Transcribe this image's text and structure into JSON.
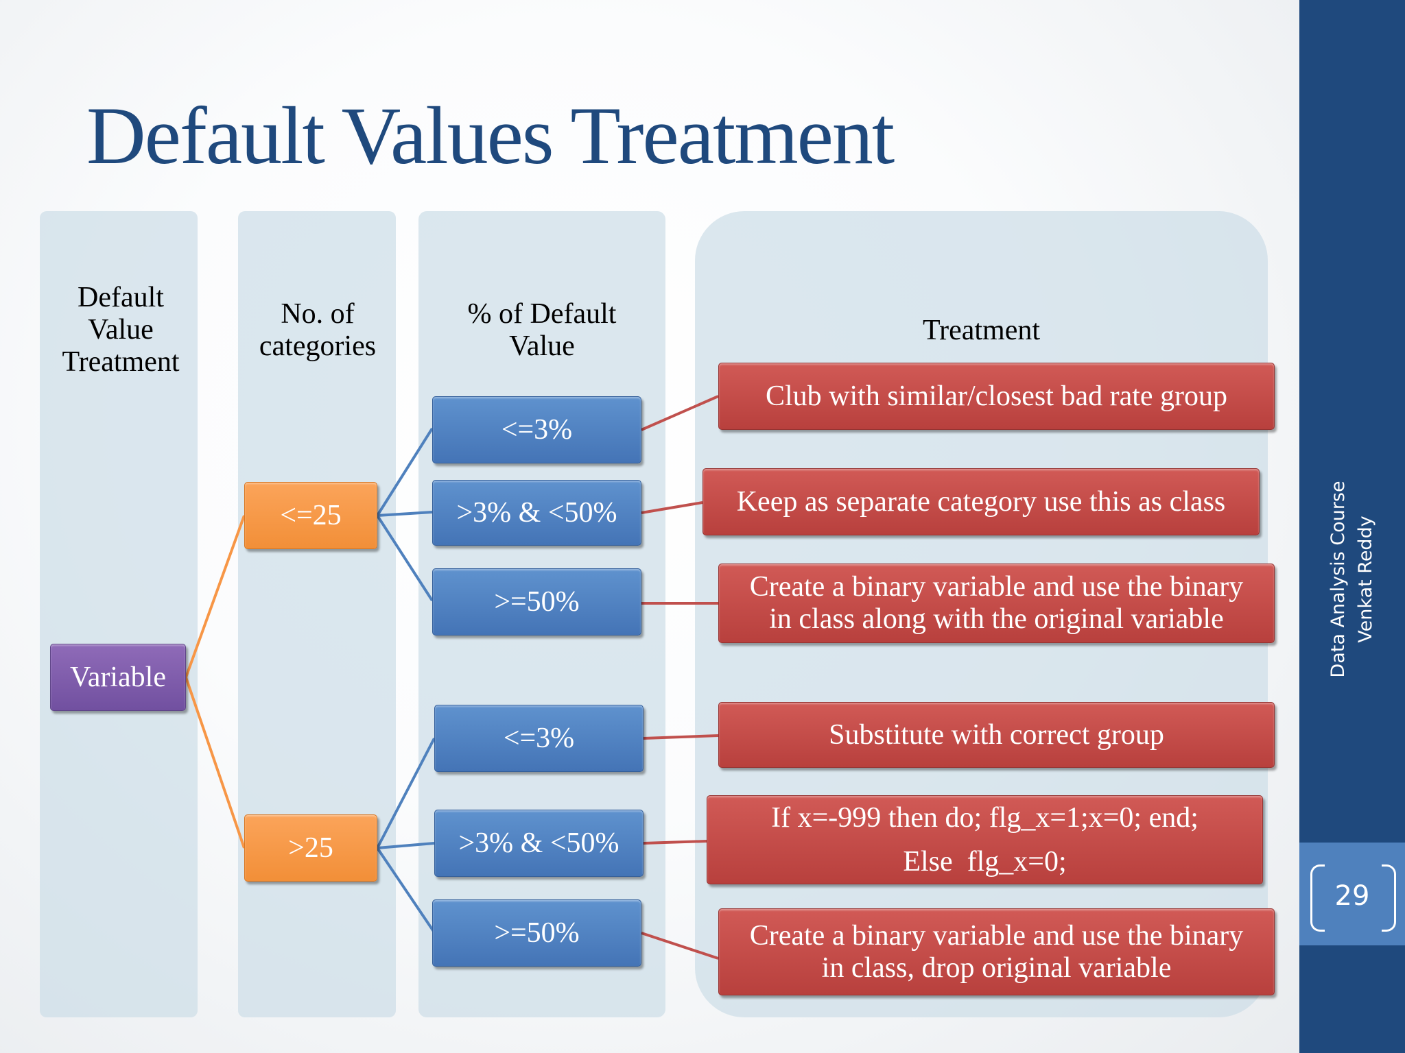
{
  "title": "Default Values Treatment",
  "sidebar": {
    "course": "Data Analysis Course",
    "author": "Venkat Reddy",
    "page_number": "29"
  },
  "columns": {
    "col1_header": [
      "Default",
      "Value",
      "Treatment"
    ],
    "col2_header": [
      "No. of",
      "categories"
    ],
    "col3_header": [
      "% of Default",
      "Value"
    ],
    "col4_header": "Treatment"
  },
  "nodes": {
    "root": "Variable",
    "cat_low": "<=25",
    "cat_high": ">25",
    "pct_low_1": "<=3%",
    "pct_low_2": ">3% & <50%",
    "pct_low_3": ">=50%",
    "pct_high_1": "<=3%",
    "pct_high_2": ">3% & <50%",
    "pct_high_3": ">=50%"
  },
  "treatments": {
    "t1": [
      "Club with similar/closest bad rate group"
    ],
    "t2": [
      "Keep as separate category use this as class"
    ],
    "t3": [
      "Create a binary variable and use the binary",
      "in class along with the original variable"
    ],
    "t4": [
      "Substitute with correct group"
    ],
    "t5": [
      "If x=-999 then do; flg_x=1;x=0; end;",
      "Else  flg_x=0;"
    ],
    "t6": [
      "Create a binary variable and use the binary",
      "in class, drop original variable"
    ]
  },
  "colors": {
    "title": "#1f497d",
    "sidebar": "#1f497d",
    "page_box": "#4f81bd",
    "root_node": "#7e5fac",
    "category_node": "#f79646",
    "percent_node": "#4f81bd",
    "treatment_node": "#c0504d"
  }
}
